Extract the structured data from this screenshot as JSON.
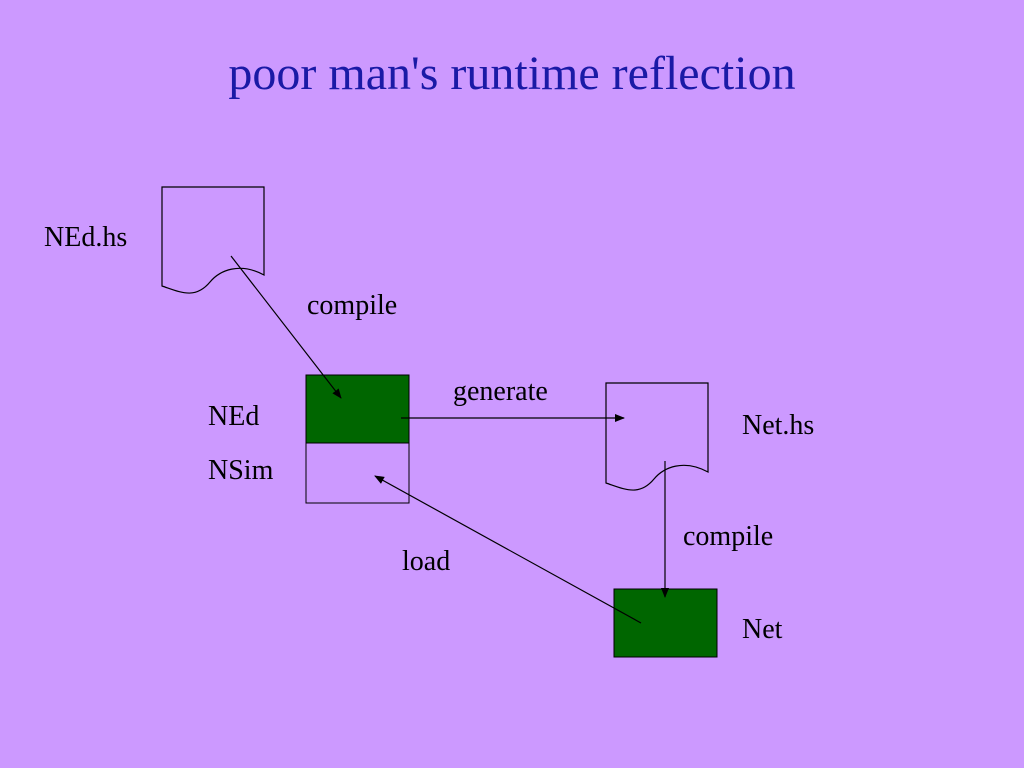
{
  "slide": {
    "title": "poor man's runtime reflection"
  },
  "colors": {
    "background": "#cc99ff",
    "title": "#1a1aa6",
    "module_fill": "#006600",
    "text": "#000000"
  },
  "nodes": {
    "ned_hs": {
      "label": "NEd.hs",
      "kind": "document"
    },
    "ned": {
      "label": "NEd",
      "kind": "module-filled"
    },
    "nsim": {
      "label": "NSim",
      "kind": "module-empty"
    },
    "net_hs": {
      "label": "Net.hs",
      "kind": "document"
    },
    "net": {
      "label": "Net",
      "kind": "module-filled"
    }
  },
  "edges": {
    "compile_ned": {
      "label": "compile",
      "from": "NEd.hs",
      "to": "NEd"
    },
    "generate": {
      "label": "generate",
      "from": "NEd",
      "to": "Net.hs"
    },
    "compile_net": {
      "label": "compile",
      "from": "Net.hs",
      "to": "Net"
    },
    "load": {
      "label": "load",
      "from": "Net",
      "to": "NSim"
    }
  }
}
